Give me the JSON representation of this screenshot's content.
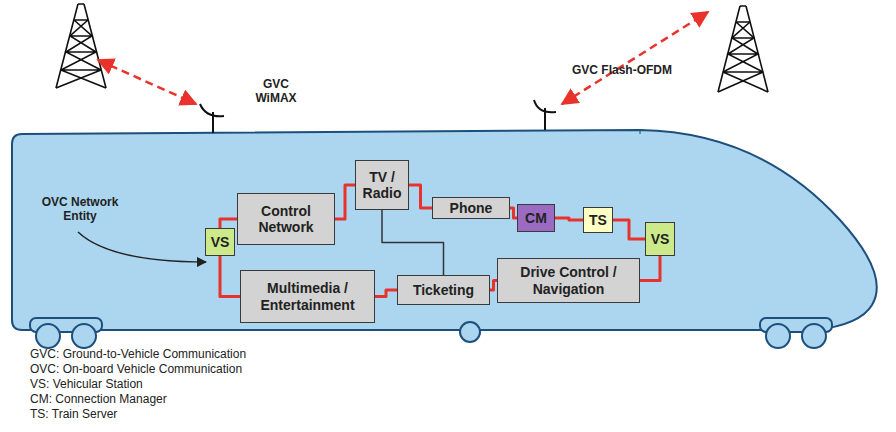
{
  "diagram": {
    "nodes": [
      {
        "text": [
          "Control Network"
        ]
      },
      {
        "text": [
          "TV / Radio"
        ]
      },
      {
        "text": [
          "Phone"
        ]
      },
      {
        "text": [
          "CM"
        ]
      },
      {
        "text": [
          "TS"
        ]
      },
      {
        "text": [
          "VS"
        ]
      },
      {
        "text": [
          "VS"
        ]
      },
      {
        "text": [
          "Multimedia / Entertainment"
        ]
      },
      {
        "text": [
          "Ticketing"
        ]
      },
      {
        "text": [
          "Drive Control / Navigation"
        ]
      }
    ],
    "edges": [
      {
        "from": 5,
        "to": 0,
        "arrow": "none"
      },
      {
        "from": 0,
        "to": 1,
        "arrow": "none"
      },
      {
        "from": 1,
        "to": 2,
        "arrow": "none"
      },
      {
        "from": 2,
        "to": 3,
        "arrow": "none"
      },
      {
        "from": 3,
        "to": 4,
        "arrow": "none"
      },
      {
        "from": 4,
        "to": 6,
        "arrow": "none"
      },
      {
        "from": 6,
        "to": 9,
        "arrow": "none"
      },
      {
        "from": 9,
        "to": 8,
        "arrow": "none"
      },
      {
        "from": 8,
        "to": 7,
        "arrow": "none"
      },
      {
        "from": 7,
        "to": 5,
        "arrow": "none"
      },
      {
        "from": 1,
        "to": 8,
        "arrow": "none"
      }
    ],
    "labels": [
      "GVC WiMAX",
      "GVC Flash-OFDM",
      "OVC Network Entity",
      "GVC: Ground-to-Vehicle Communication",
      "OVC: On-board Vehicle Communication",
      "VS: Vehicular Station",
      "CM: Connection Manager",
      "TS: Train Server"
    ]
  }
}
